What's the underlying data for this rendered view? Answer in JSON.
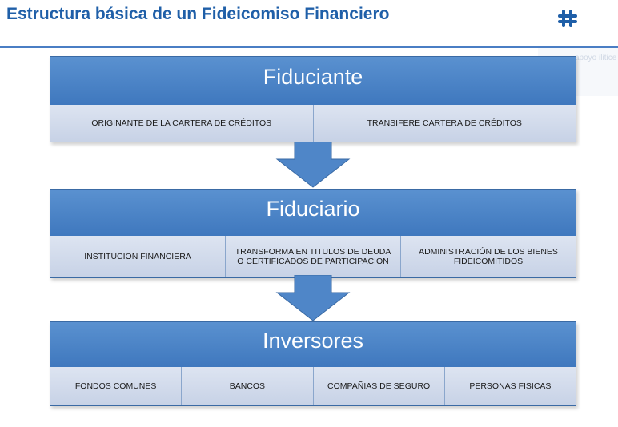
{
  "page": {
    "title": "Estructura básica de un Fideicomiso Financiero",
    "logo_icon": "slack-hash-icon",
    "ghost_text": "apoyo ilitice"
  },
  "colors": {
    "title": "#1f5fa8",
    "header_top": "#5a91d0",
    "header_bottom": "#3f78be",
    "cell_fill": "#cfd8ea",
    "arrow_fill": "#4f86c8"
  },
  "stages": [
    {
      "title": "Fiduciante",
      "cells": [
        "ORIGINANTE DE LA CARTERA DE CRÉDITOS",
        "TRANSIFERE CARTERA DE CRÉDITOS"
      ]
    },
    {
      "title": "Fiduciario",
      "cells": [
        "INSTITUCION FINANCIERA",
        "TRANSFORMA EN TITULOS DE DEUDA O CERTIFICADOS DE PARTICIPACION",
        "ADMINISTRACIÓN DE LOS BIENES FIDEICOMITIDOS"
      ]
    },
    {
      "title": "Inversores",
      "cells": [
        "FONDOS COMUNES",
        "BANCOS",
        "COMPAÑIAS DE SEGURO",
        "PERSONAS FISICAS"
      ]
    }
  ]
}
